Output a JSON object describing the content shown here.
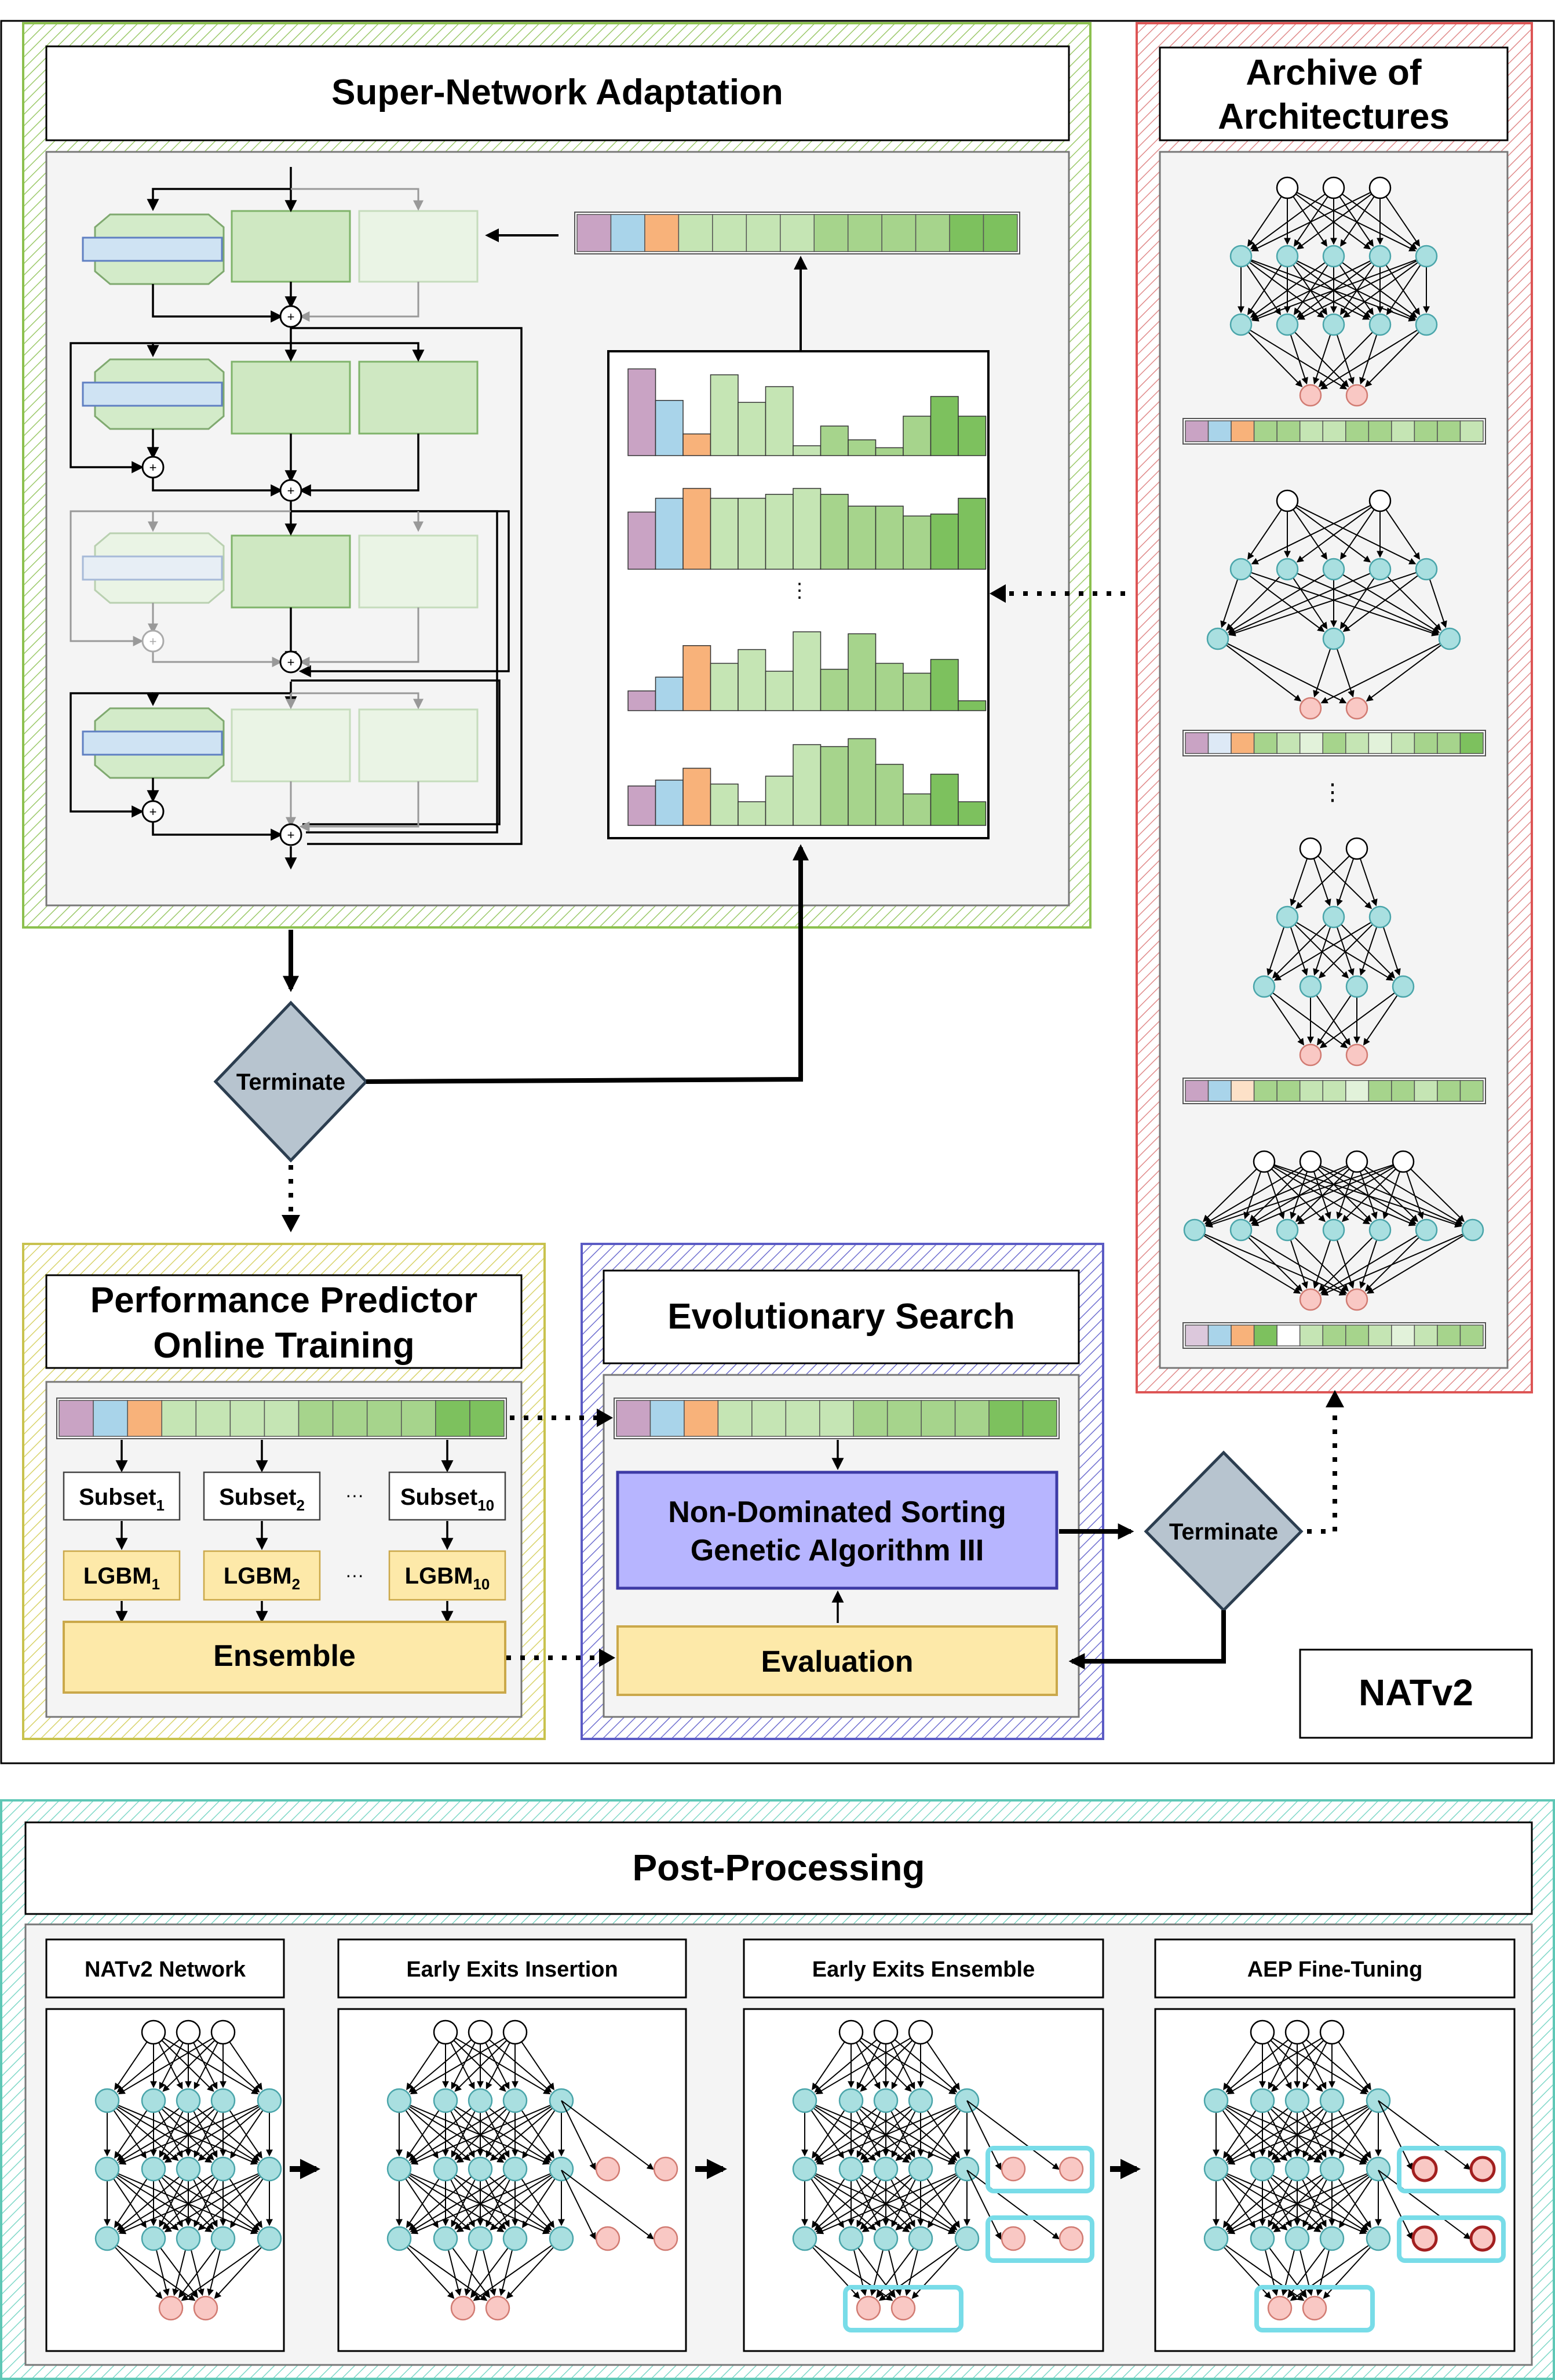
{
  "sections": {
    "super_network": {
      "title": "Super-Network Adaptation"
    },
    "archive": {
      "title_line1": "Archive of",
      "title_line2": "Architectures"
    },
    "predictor": {
      "title_line1": "Performance Predictor",
      "title_line2": "Online Training",
      "subsets": [
        {
          "base": "Subset",
          "sub": "1"
        },
        {
          "base": "Subset",
          "sub": "2"
        },
        {
          "base": "Subset",
          "sub": "10"
        }
      ],
      "models": [
        {
          "base": "LGBM",
          "sub": "1"
        },
        {
          "base": "LGBM",
          "sub": "2"
        },
        {
          "base": "LGBM",
          "sub": "10"
        }
      ],
      "ellipsis": "···",
      "ensemble": "Ensemble"
    },
    "evolutionary": {
      "title": "Evolutionary Search",
      "nsga_line1": "Non-Dominated Sorting",
      "nsga_line2": "Genetic Algorithm III",
      "evaluation": "Evaluation"
    },
    "terminate_top": "Terminate",
    "terminate_right": "Terminate",
    "natv2_label": "NATv2",
    "post": {
      "title": "Post-Processing",
      "panels": [
        "NATv2 Network",
        "Early Exits Insertion",
        "Early Exits Ensemble",
        "AEP Fine-Tuning"
      ]
    }
  },
  "colors": {
    "purple": "#c9a3c4",
    "blue": "#a9d4ea",
    "orange": "#f8b27a",
    "green_light": "#c5e5b4",
    "green_mid": "#a6d48c",
    "green_dark": "#7dc15e",
    "node_teal": "#a9dfe0",
    "node_pink": "#f9c8c4",
    "terminate": "#b7c4cf",
    "nsga": "#b7b5ff",
    "ensemble": "#fde9a9",
    "exit_box": "#78dce8"
  }
}
